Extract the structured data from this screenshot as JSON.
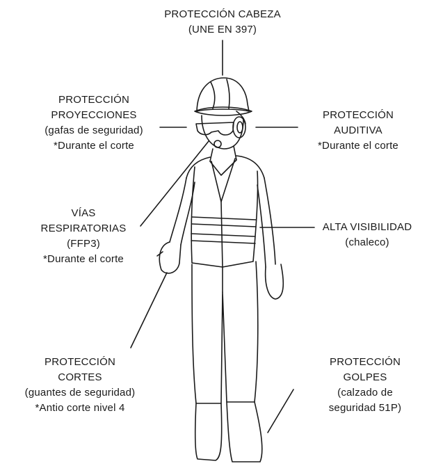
{
  "labels": {
    "head": {
      "line1": "PROTECCIÓN CABEZA",
      "line2": "(UNE EN 397)"
    },
    "eyes": {
      "line1": "PROTECCIÓN",
      "line2": "PROYECCIONES",
      "line3": "(gafas de seguridad)",
      "line4": "*Durante el corte"
    },
    "hearing": {
      "line1": "PROTECCIÓN",
      "line2": "AUDITIVA",
      "line3": "*Durante el corte"
    },
    "respiratory": {
      "line1": "VÍAS",
      "line2": "RESPIRATORIAS",
      "line3": "(FFP3)",
      "line4": "*Durante el corte"
    },
    "visibility": {
      "line1": "ALTA VISIBILIDAD",
      "line2": "(chaleco)"
    },
    "cuts": {
      "line1": "PROTECCIÓN",
      "line2": "CORTES",
      "line3": "(guantes de seguridad)",
      "line4": "*Antio corte nivel 4"
    },
    "impacts": {
      "line1": "PROTECCIÓN",
      "line2": "GOLPES",
      "line3": "(calzado de",
      "line4": "seguridad 51P)"
    }
  }
}
